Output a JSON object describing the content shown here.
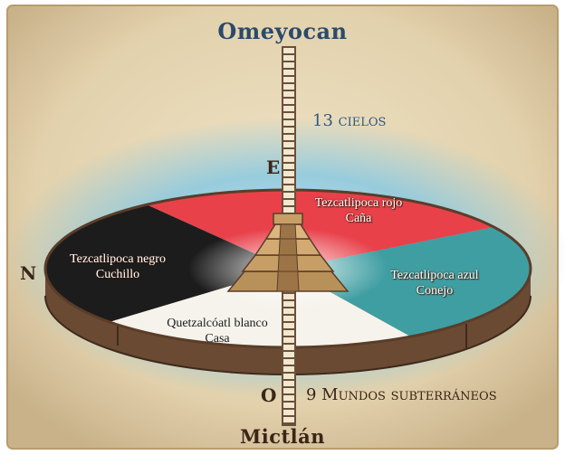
{
  "diagram": {
    "top_label": "Omeyocan",
    "bottom_label": "Mictlán",
    "upper_levels": "13 cielos",
    "lower_levels": "9 Mundos subterráneos",
    "directions": {
      "east": "E",
      "north": "N",
      "west": "O"
    },
    "segments": {
      "red": {
        "deity": "Tezcatlipoca rojo",
        "sign": "Caña",
        "color": "#e8414a"
      },
      "black": {
        "deity": "Tezcatlipoca negro",
        "sign": "Cuchillo",
        "color": "#1c1c1c"
      },
      "blue": {
        "deity": "Tezcatlipoca azul",
        "sign": "Conejo",
        "color": "#3f9ea2"
      },
      "white": {
        "deity": "Quetzalcóatl blanco",
        "sign": "Casa",
        "color": "#f6f3ec"
      }
    },
    "colors": {
      "background": "#e6d7b8",
      "sky": "#7cc6e6",
      "disc_edge": "#6b4a33",
      "axis": "#6b4f3a"
    }
  }
}
